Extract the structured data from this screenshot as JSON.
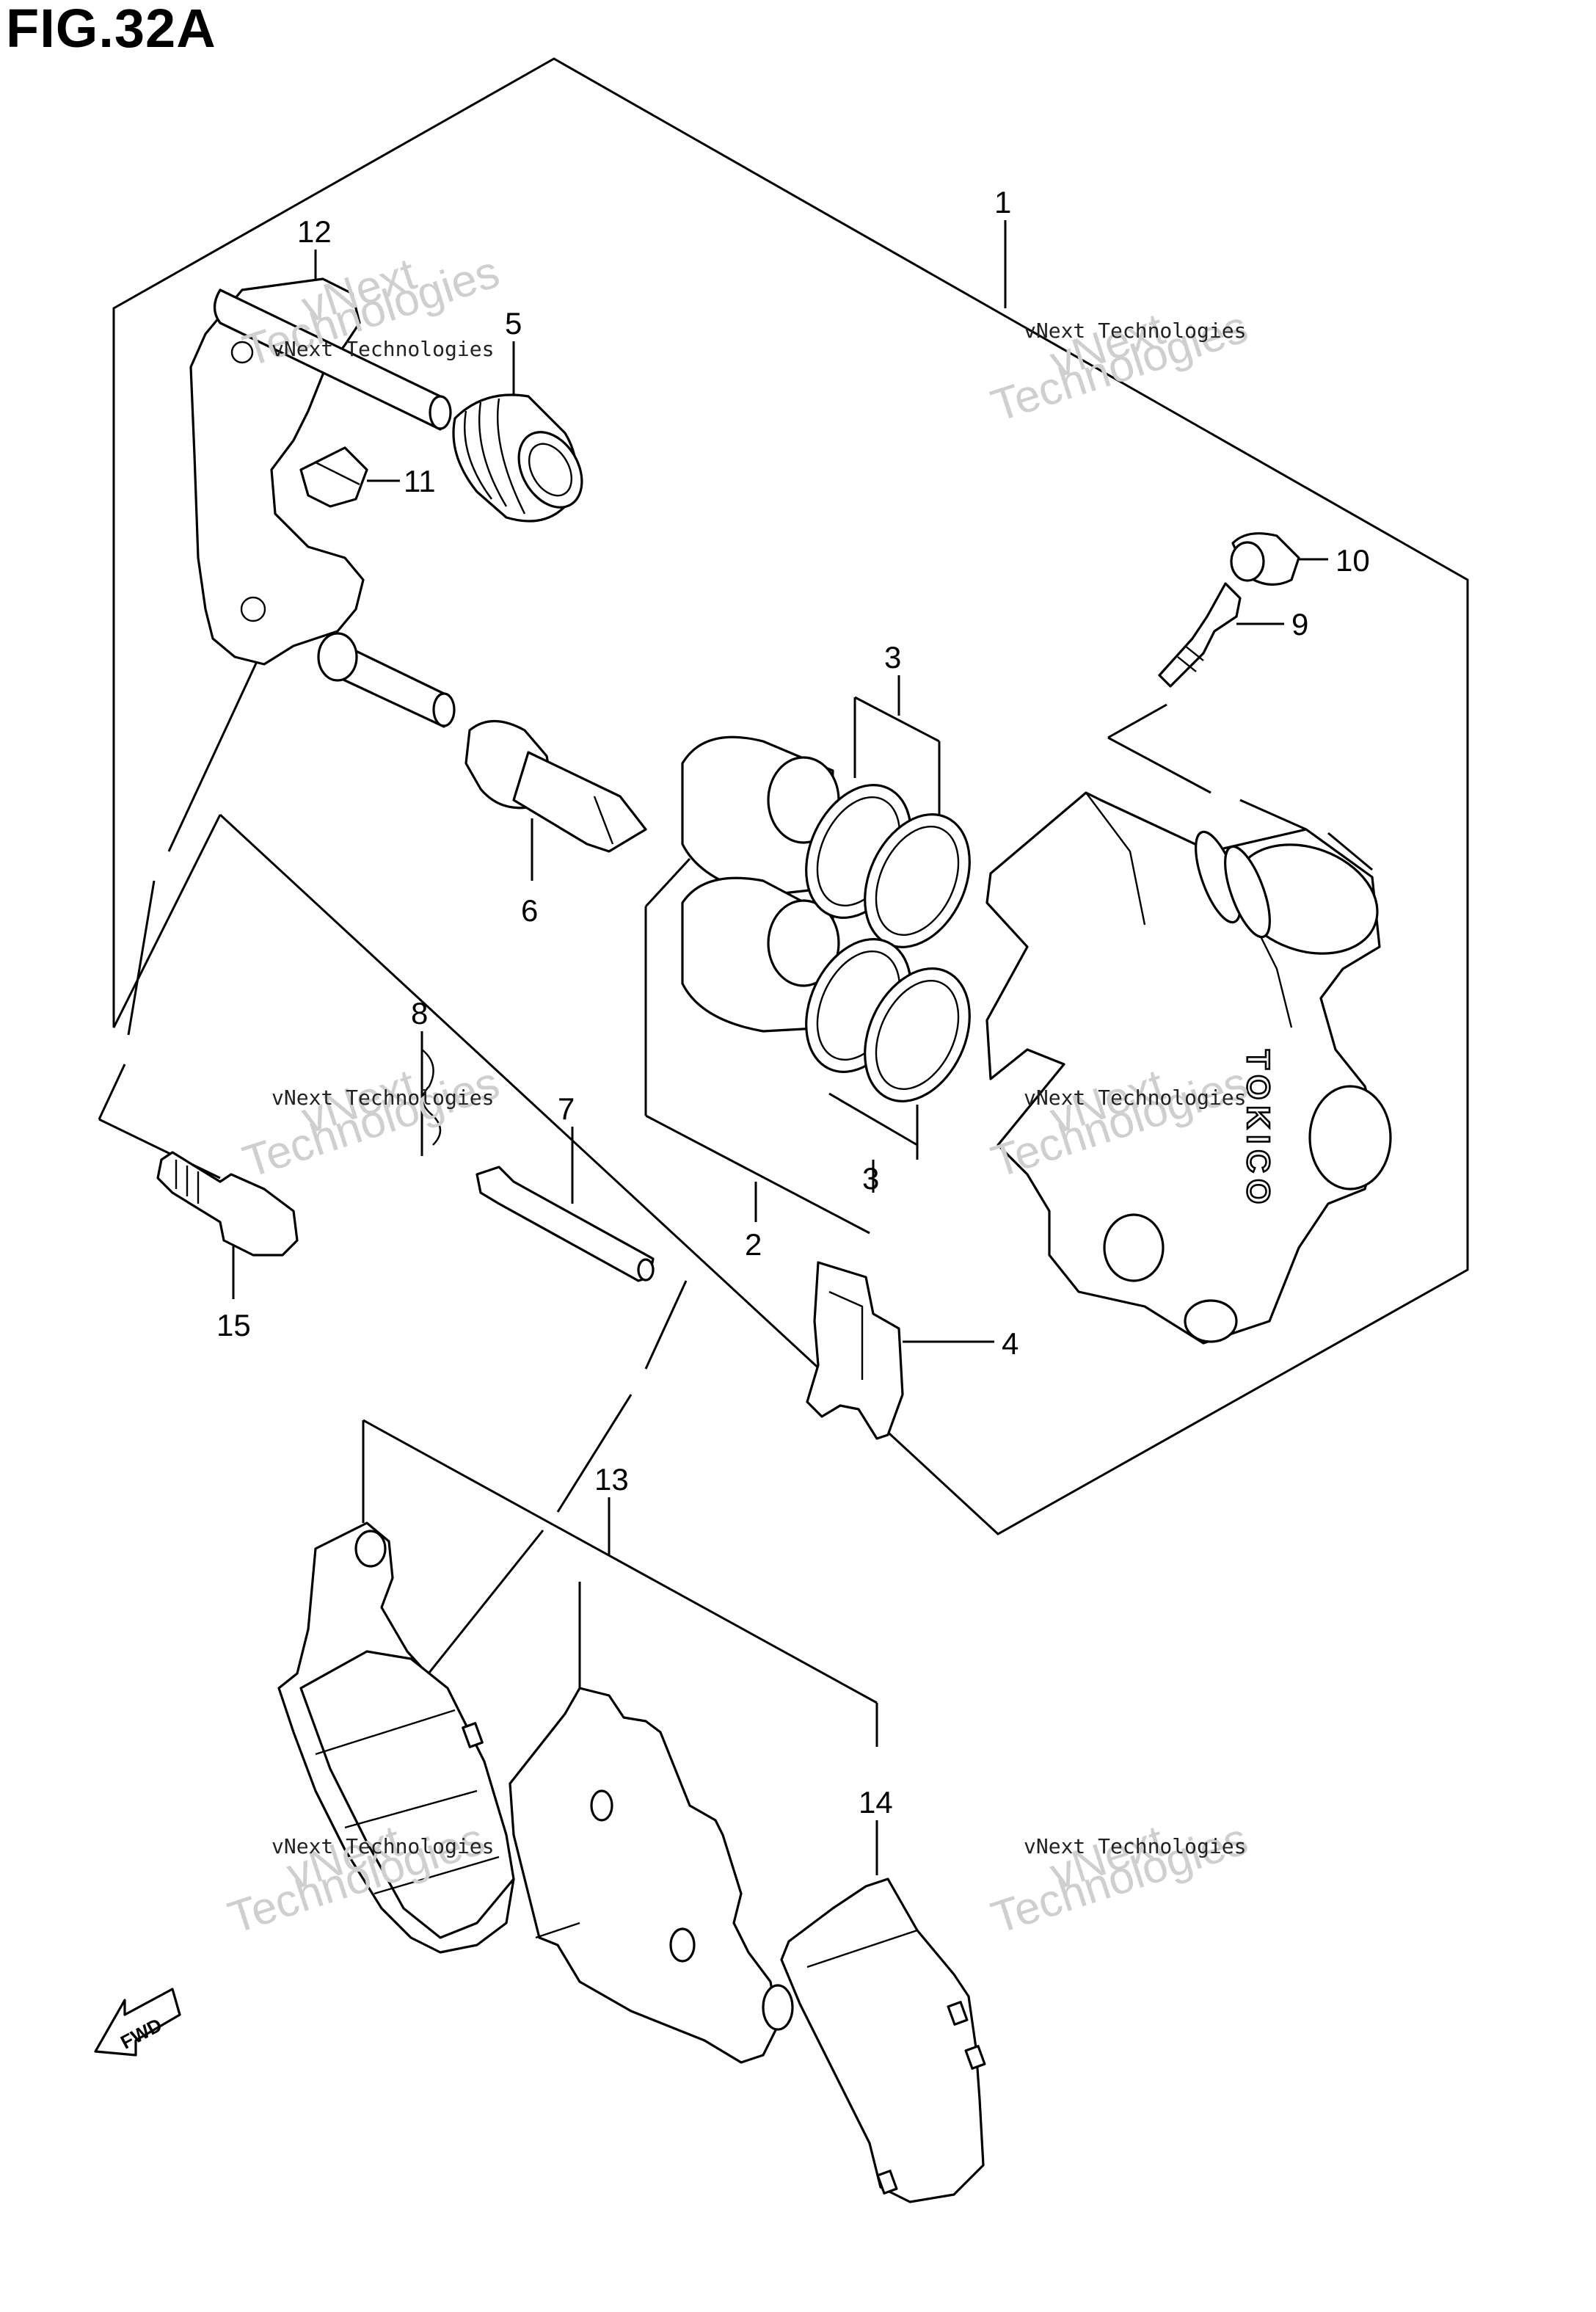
{
  "figure": {
    "title": "FIG.32A"
  },
  "callouts": [
    "1",
    "2",
    "3",
    "3",
    "4",
    "5",
    "6",
    "7",
    "8",
    "9",
    "10",
    "11",
    "12",
    "13",
    "14",
    "15"
  ],
  "brand_mark": "TOKICO",
  "direction_badge": "FWD",
  "watermark": {
    "line1": "vNext Technologies",
    "line2": "vNext",
    "line3": "Technologies"
  }
}
